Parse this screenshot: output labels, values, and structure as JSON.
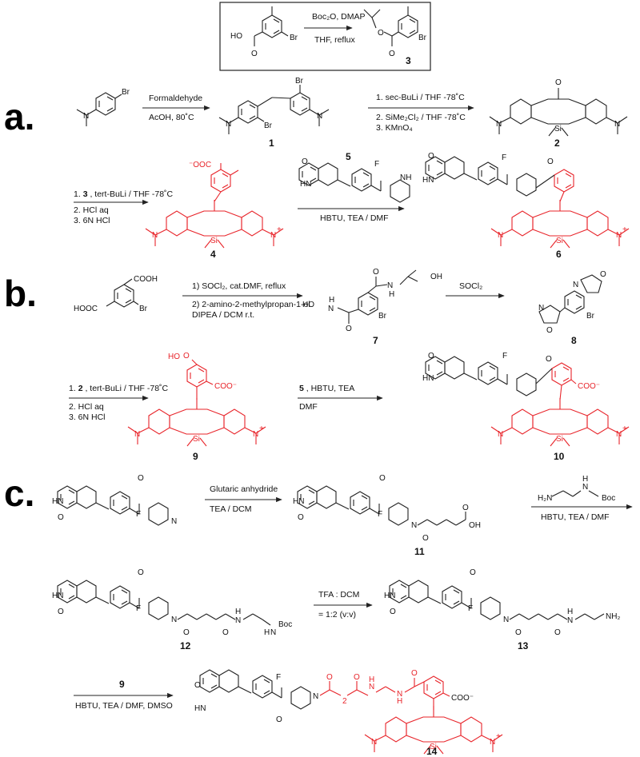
{
  "colors": {
    "highlight": "#e8242a",
    "ink": "#111111",
    "background": "#ffffff"
  },
  "top_box": {
    "reagents": "Boc₂O, DMAP",
    "solvent": "THF, reflux",
    "product_label": "3"
  },
  "sections": {
    "a": {
      "letter": "a.",
      "step1": {
        "line1": "Formaldehyde",
        "line2": "AcOH, 80˚C",
        "product_label": "1"
      },
      "step2": {
        "line1": "1. sec-BuLi / THF -78˚C",
        "line2": "2. SiMe₂Cl₂ / THF -78˚C",
        "line3": "3. KMnO₄",
        "product_label": "2"
      },
      "step3": {
        "line1_num": "1.",
        "line1_ref": "3",
        "line1_rest": ", tert-BuLi / THF -78˚C",
        "line2": "2. HCl aq",
        "line3": "3. 6N HCl",
        "product_label": "4"
      },
      "step4": {
        "reagent_label": "5",
        "line1": "HBTU, TEA / DMF",
        "product_label": "6"
      }
    },
    "b": {
      "letter": "b.",
      "step1": {
        "line1": "1) SOCl₂, cat.DMF, reflux",
        "line2": "2) 2-amino-2-methylpropan-1-ol",
        "line3": "DIPEA / DCM r.t.",
        "product_label": "7"
      },
      "step2": {
        "line1": "SOCl₂",
        "product_label": "8"
      },
      "step3": {
        "line1_num": "1.",
        "line1_ref": "2",
        "line1_rest": ", tert-BuLi / THF -78˚C",
        "line2": "2. HCl aq",
        "line3": "3. 6N HCl",
        "product_label": "9"
      },
      "step4": {
        "line1_ref": "5",
        "line1_rest": ", HBTU, TEA",
        "line2": "DMF",
        "product_label": "10"
      }
    },
    "c": {
      "letter": "c.",
      "step1": {
        "line1": "Glutaric anhydride",
        "line2": "TEA / DCM",
        "product_label": "11"
      },
      "step2": {
        "line1": "HBTU, TEA / DMF",
        "product_label": "12"
      },
      "step3": {
        "line1": "TFA : DCM",
        "line2": "= 1:2 (v:v)",
        "product_label": "13"
      },
      "step4": {
        "reagent_label": "9",
        "line1": "HBTU, TEA / DMF, DMSO",
        "product_label": "14"
      }
    }
  },
  "atoms": {
    "HO": "HO",
    "O": "O",
    "Br": "Br",
    "N": "N",
    "NH": "NH",
    "HN": "HN",
    "H": "H",
    "OH": "OH",
    "COOH": "COOH",
    "HOOC": "HOOC",
    "OOC_minus": "⁻OOC",
    "COO_minus": "COO⁻",
    "Si": "Si",
    "F": "F",
    "HO_sp": "HO",
    "NH2": "NH₂",
    "H2N": "H₂N",
    "Boc": "Boc",
    "N_plus": "N",
    "plus": "+",
    "sub2": "2"
  }
}
